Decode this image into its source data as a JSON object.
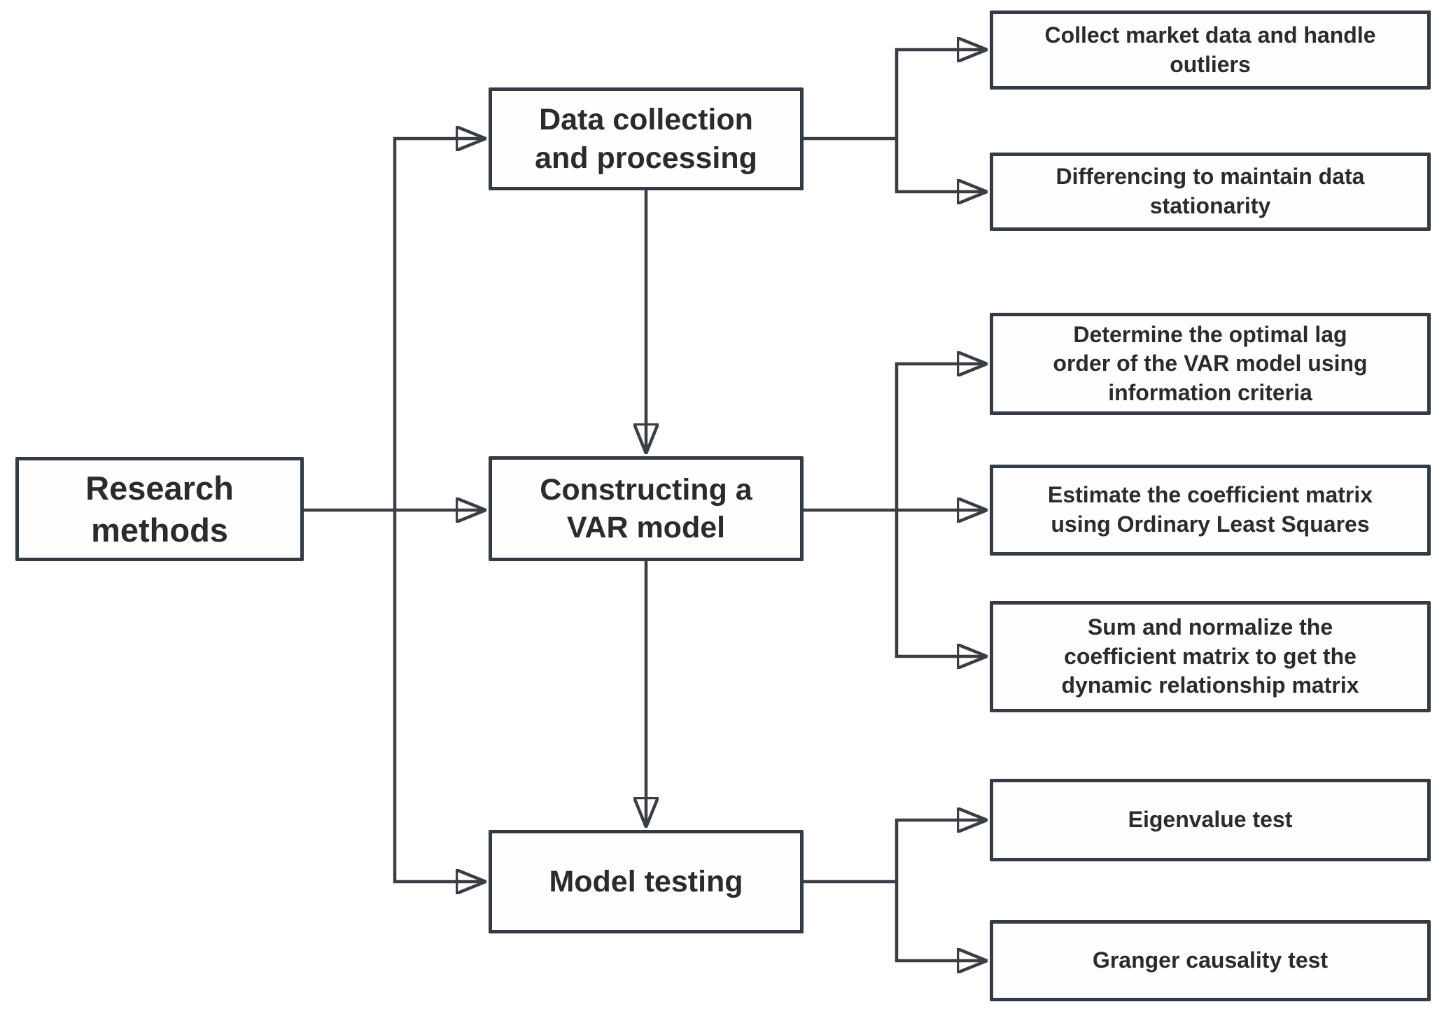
{
  "diagram": {
    "type": "flowchart",
    "orientation": "left-to-right",
    "colors": {
      "box_border": "#333b44",
      "box_background": "#fefefe",
      "text": "#2b2b2b",
      "connector": "#3a3e44",
      "arrowhead": "#2e3237",
      "page_background": "#ffffff"
    },
    "root": {
      "label": "Research\nmethods"
    },
    "stages": [
      {
        "label": "Data collection\nand processing",
        "children": [
          {
            "label": "Collect market data and handle\noutliers"
          },
          {
            "label": "Differencing to maintain data\nstationarity"
          }
        ]
      },
      {
        "label": "Constructing a\nVAR model",
        "children": [
          {
            "label": "Determine the optimal lag\norder of the VAR model using\ninformation criteria"
          },
          {
            "label": "Estimate the coefficient matrix\nusing Ordinary Least Squares"
          },
          {
            "label": "Sum and normalize the\ncoefficient matrix to get the\ndynamic relationship matrix"
          }
        ]
      },
      {
        "label": "Model testing",
        "children": [
          {
            "label": "Eigenvalue test"
          },
          {
            "label": "Granger causality test"
          }
        ]
      }
    ],
    "flow_edges": [
      "Research methods -> Data collection and processing",
      "Research methods -> Constructing a VAR model",
      "Research methods -> Model testing",
      "Data collection and processing -> Constructing a VAR model",
      "Constructing a VAR model -> Model testing",
      "Data collection and processing -> Collect market data and handle outliers",
      "Data collection and processing -> Differencing to maintain data stationarity",
      "Constructing a VAR model -> Determine the optimal lag order of the VAR model using information criteria",
      "Constructing a VAR model -> Estimate the coefficient matrix using Ordinary Least Squares",
      "Constructing a VAR model -> Sum and normalize the coefficient matrix to get the dynamic relationship matrix",
      "Model testing -> Eigenvalue test",
      "Model testing -> Granger causality test"
    ]
  }
}
